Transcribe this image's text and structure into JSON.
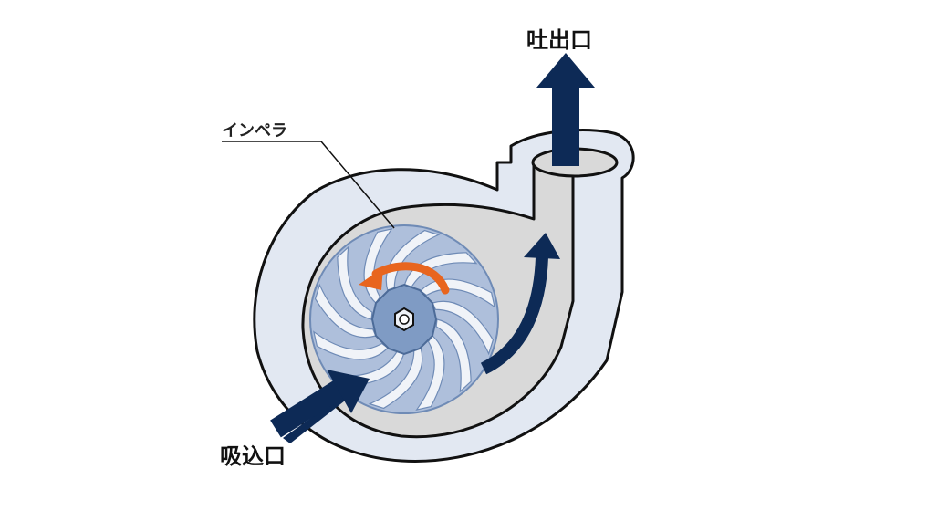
{
  "labels": {
    "outlet": "吐出口",
    "inlet": "吸込口",
    "impeller": "インペラ"
  },
  "colors": {
    "casing_outer": "#e2e8f2",
    "casing_inner": "#d9d9d9",
    "impeller": "#aebfdb",
    "blade": "#f0f3f8",
    "hub": "#7f9bc4",
    "flow_arrow": "#0d2a56",
    "rotation_arrow": "#e8651e",
    "outline": "#111111"
  },
  "impeller_blade_count": 12
}
